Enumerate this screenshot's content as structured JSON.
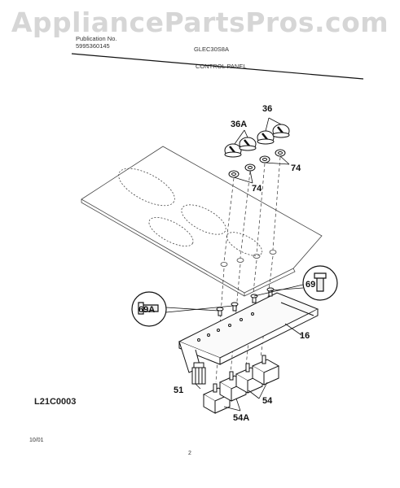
{
  "watermark": "AppliancePartsPros.com",
  "header": {
    "pub_label": "Publication No.",
    "pub_number": "5995360145",
    "model": "GLEC30S8A",
    "section": "CONTROL PANEL"
  },
  "callouts": {
    "c36": "36",
    "c36a": "36A",
    "c74a": "74",
    "c74b": "74",
    "c69": "69",
    "c69a": "69A",
    "c16": "16",
    "c51": "51",
    "c54": "54",
    "c54a": "54A"
  },
  "drawing_code": "L21C0003",
  "footer": {
    "date": "10/01",
    "page": "2"
  }
}
